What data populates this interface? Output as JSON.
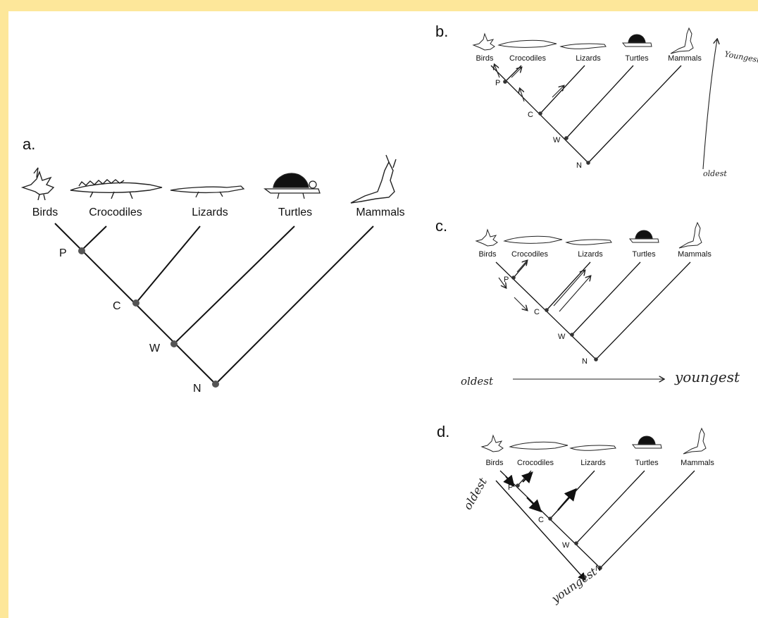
{
  "colors": {
    "background": "#fde79a",
    "panel": "#ffffff",
    "ink": "#111111",
    "node": "#555555"
  },
  "panels": [
    {
      "id": "a",
      "label": "a.",
      "taxa": [
        "Birds",
        "Crocodiles",
        "Lizards",
        "Turtles",
        "Mammals"
      ],
      "nodes": [
        "P",
        "C",
        "W",
        "N"
      ]
    },
    {
      "id": "b",
      "label": "b.",
      "taxa": [
        "Birds",
        "Crocodiles",
        "Lizards",
        "Turtles",
        "Mammals"
      ],
      "nodes": [
        "P",
        "C",
        "W",
        "N"
      ],
      "annotations": {
        "oldest": "oldest",
        "youngest": "Youngest"
      }
    },
    {
      "id": "c",
      "label": "c.",
      "taxa": [
        "Birds",
        "Crocodiles",
        "Lizards",
        "Turtles",
        "Mammals"
      ],
      "nodes": [
        "P",
        "C",
        "W",
        "N"
      ],
      "annotations": {
        "oldest": "oldest",
        "youngest": "youngest"
      }
    },
    {
      "id": "d",
      "label": "d.",
      "taxa": [
        "Birds",
        "Crocodiles",
        "Lizards",
        "Turtles",
        "Mammals"
      ],
      "nodes": [
        "P",
        "C",
        "W",
        "N"
      ],
      "annotations": {
        "oldest": "oldest",
        "youngest": "youngest"
      }
    }
  ]
}
